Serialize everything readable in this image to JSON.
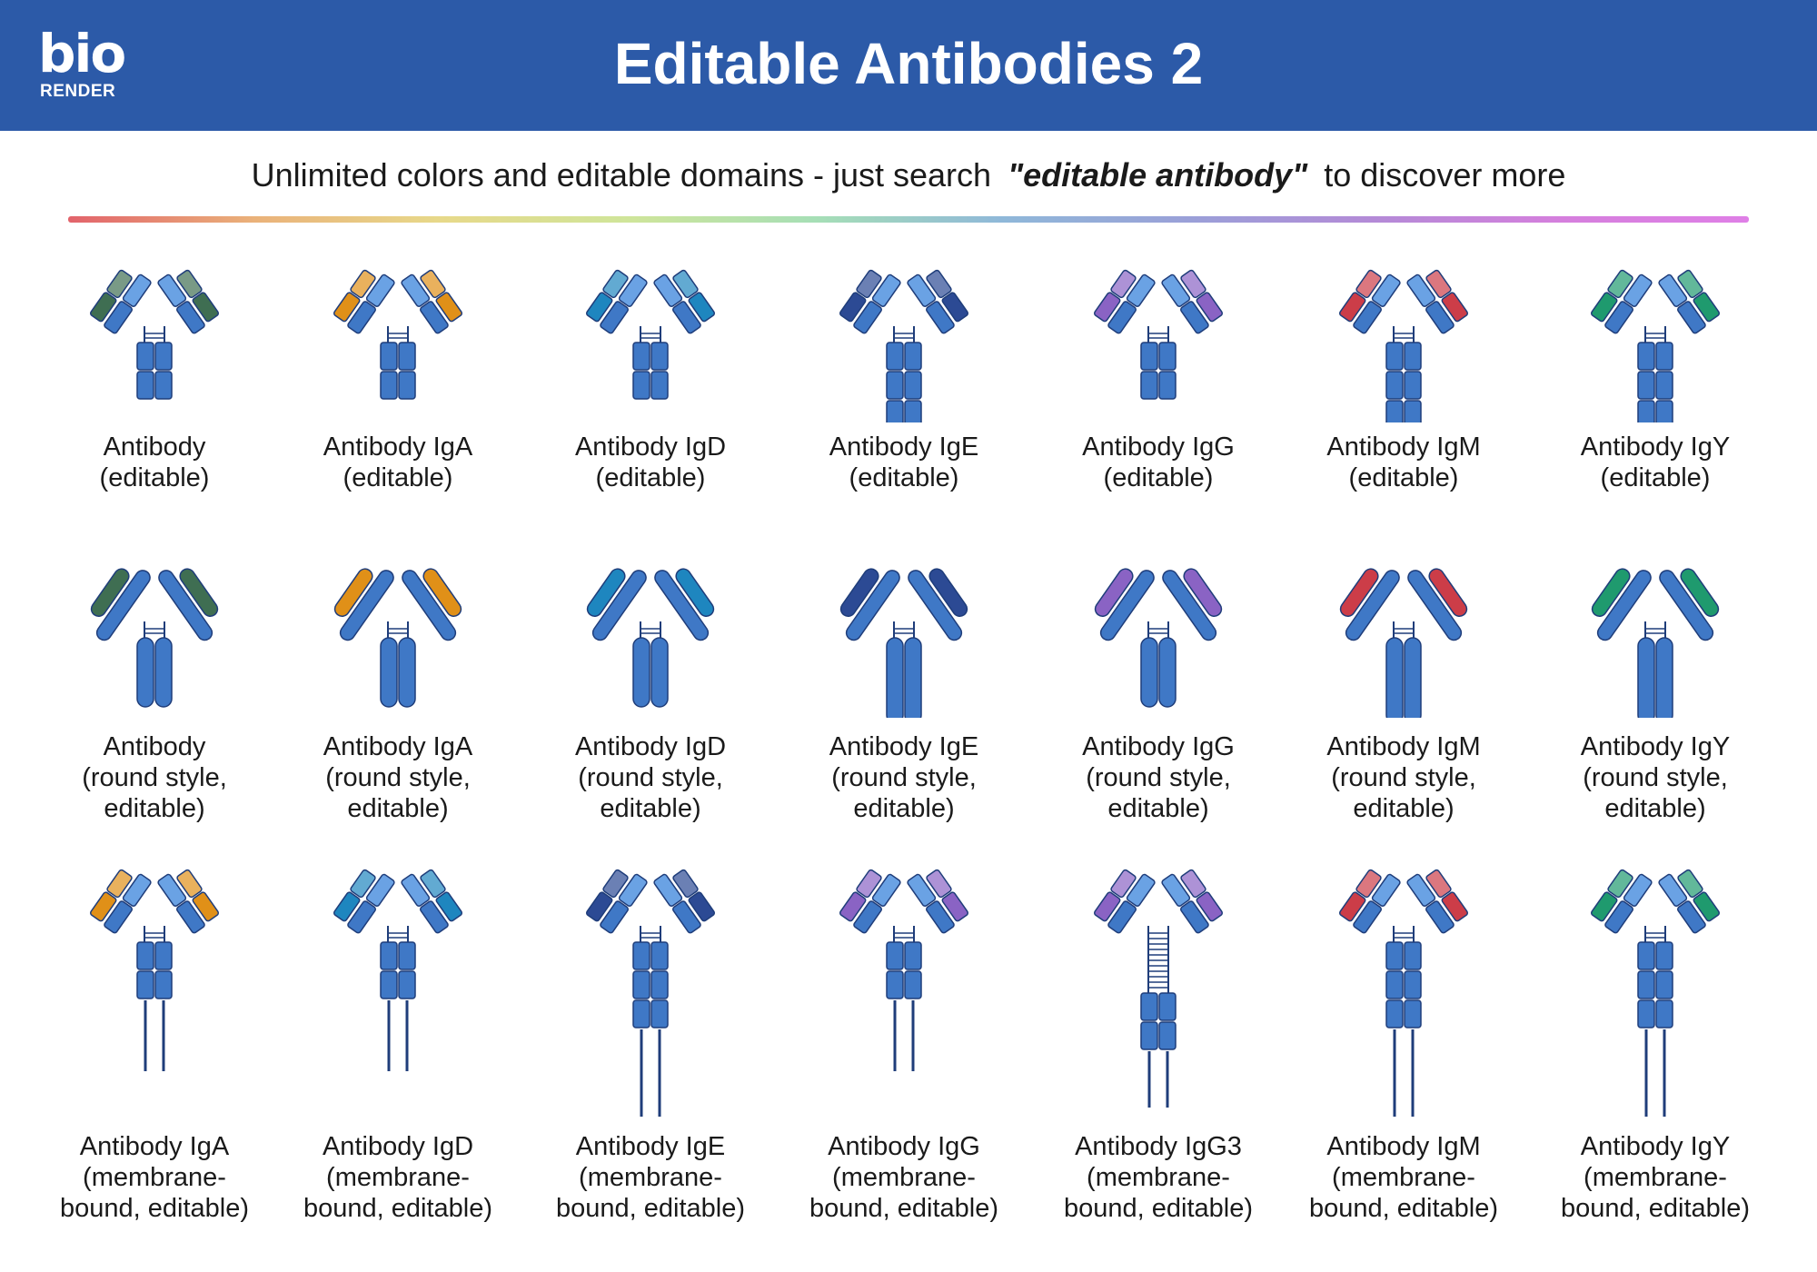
{
  "header": {
    "logo_top": "bio",
    "logo_bottom": "RENDER",
    "title": "Editable Antibodies 2"
  },
  "subtitle": {
    "before": "Unlimited colors and editable domains - just search",
    "term": "\"editable antibody\"",
    "after": "to discover more"
  },
  "colors": {
    "header_bg": "#2c5aa8",
    "antibody_blue": "#3f78c6",
    "antibody_light": "#6aa2e4",
    "outline": "#1f3d7a"
  },
  "rows": [
    {
      "style": "editable",
      "items": [
        {
          "line1": "Antibody",
          "line2": "(editable)",
          "accent": "#3f6e52"
        },
        {
          "line1": "Antibody IgA",
          "line2": "(editable)",
          "accent": "#e09018"
        },
        {
          "line1": "Antibody IgD",
          "line2": "(editable)",
          "accent": "#1e86bf"
        },
        {
          "line1": "Antibody IgE",
          "line2": "(editable)",
          "accent": "#2c4a94"
        },
        {
          "line1": "Antibody IgG",
          "line2": "(editable)",
          "accent": "#8a63c4"
        },
        {
          "line1": "Antibody IgM",
          "line2": "(editable)",
          "accent": "#cc3d48"
        },
        {
          "line1": "Antibody IgY",
          "line2": "(editable)",
          "accent": "#1f9a6e"
        }
      ]
    },
    {
      "style": "round",
      "items": [
        {
          "line1": "Antibody",
          "line2": "(round style,",
          "line3": "editable)",
          "accent": "#3f6e52"
        },
        {
          "line1": "Antibody IgA",
          "line2": "(round style,",
          "line3": "editable)",
          "accent": "#e09018"
        },
        {
          "line1": "Antibody IgD",
          "line2": "(round style,",
          "line3": "editable)",
          "accent": "#1e86bf"
        },
        {
          "line1": "Antibody IgE",
          "line2": "(round style,",
          "line3": "editable)",
          "accent": "#2c4a94"
        },
        {
          "line1": "Antibody IgG",
          "line2": "(round style,",
          "line3": "editable)",
          "accent": "#8a63c4"
        },
        {
          "line1": "Antibody IgM",
          "line2": "(round style,",
          "line3": "editable)",
          "accent": "#cc3d48"
        },
        {
          "line1": "Antibody IgY",
          "line2": "(round style,",
          "line3": "editable)",
          "accent": "#1f9a6e"
        }
      ]
    },
    {
      "style": "membrane",
      "items": [
        {
          "line1": "Antibody  IgA",
          "line2": "(membrane-",
          "line3": "bound, editable)",
          "accent": "#e09018"
        },
        {
          "line1": "Antibody  IgD",
          "line2": "(membrane-",
          "line3": "bound, editable)",
          "accent": "#1e86bf"
        },
        {
          "line1": "Antibody  IgE",
          "line2": "(membrane-",
          "line3": "bound, editable)",
          "accent": "#2c4a94"
        },
        {
          "line1": "Antibody  IgG",
          "line2": "(membrane-",
          "line3": "bound, editable)",
          "accent": "#8a63c4"
        },
        {
          "line1": "Antibody  IgG3",
          "line2": "(membrane-",
          "line3": "bound, editable)",
          "accent": "#8a63c4"
        },
        {
          "line1": "Antibody  IgM",
          "line2": "(membrane-",
          "line3": "bound, editable)",
          "accent": "#cc3d48"
        },
        {
          "line1": "Antibody  IgY",
          "line2": "(membrane-",
          "line3": "bound, editable)",
          "accent": "#1f9a6e"
        }
      ]
    }
  ]
}
